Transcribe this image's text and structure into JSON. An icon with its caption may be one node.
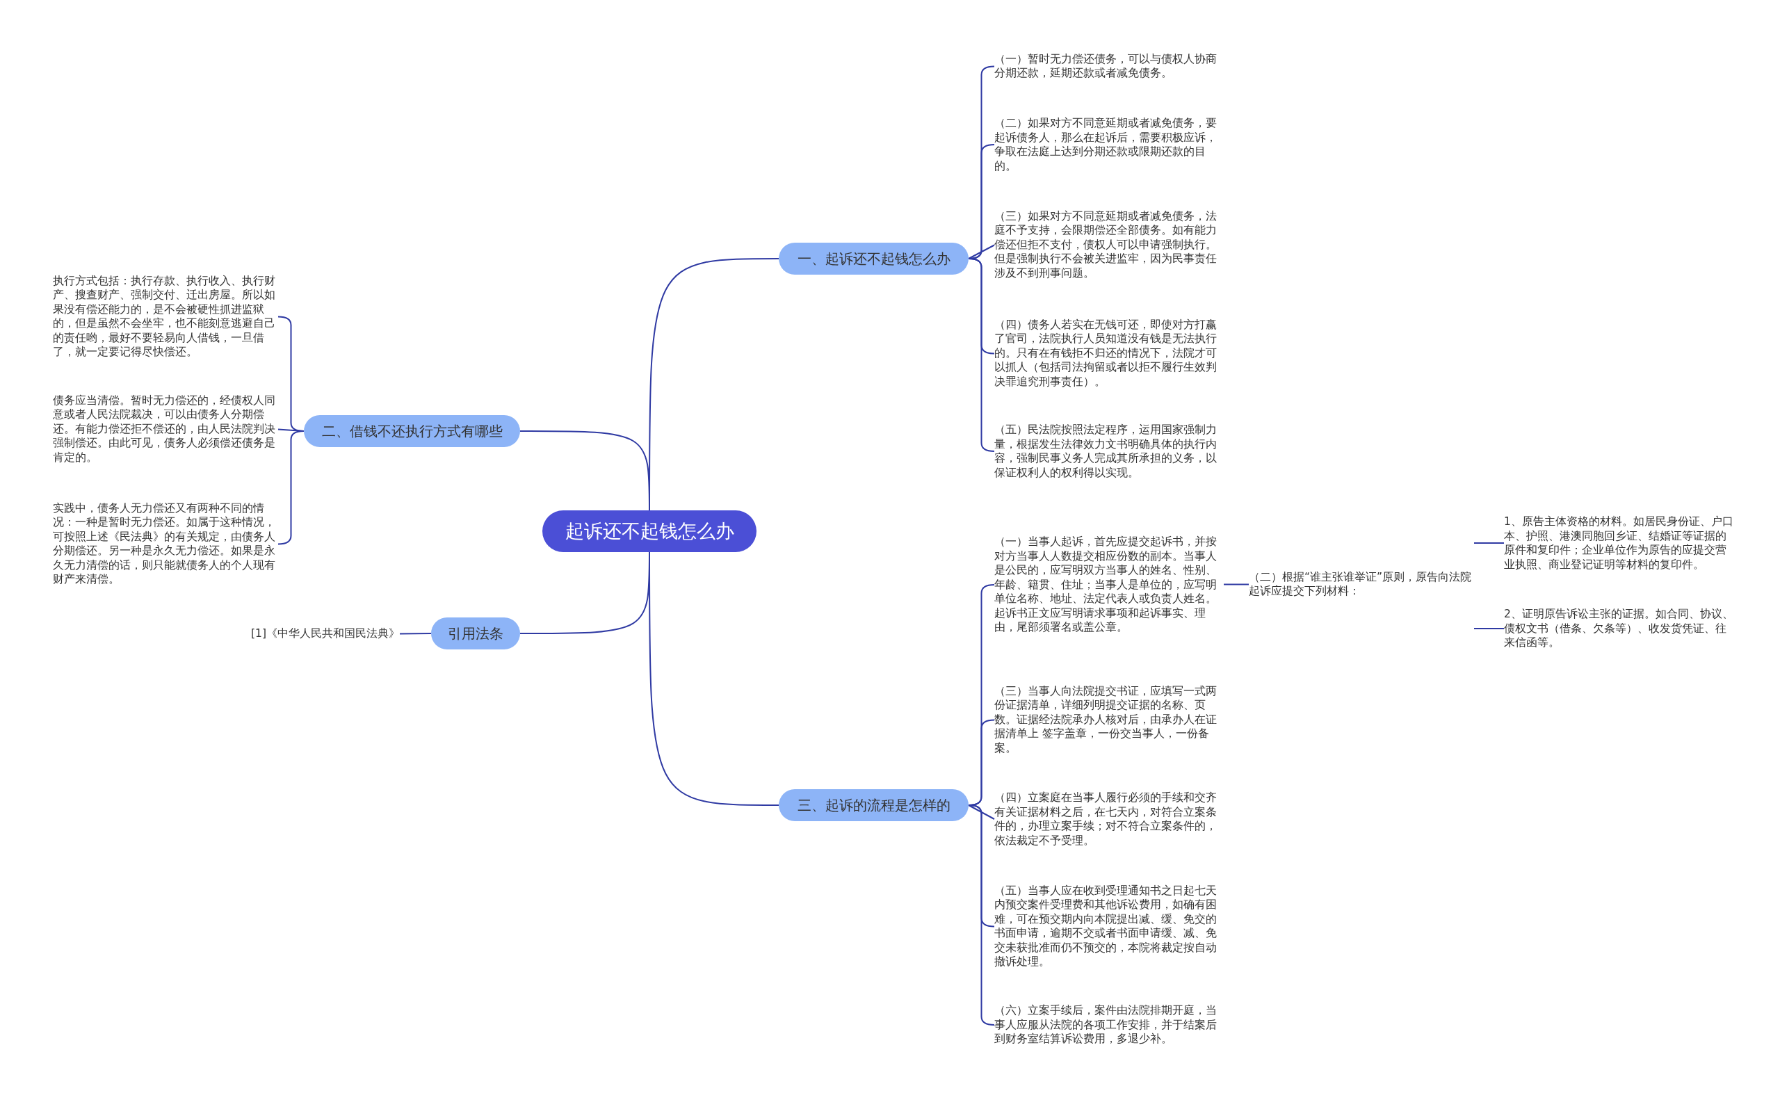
{
  "diagram": {
    "nodes": [
      {
        "text": [
          "起诉还不起钱怎么办"
        ]
      },
      {
        "text": [
          "一、起诉还不起钱怎么办"
        ]
      },
      {
        "text": [
          "（一）暂时无力偿还债务，可以与债权人协商分期还款，延期还款或者减免债务。"
        ]
      },
      {
        "text": [
          "（二）如果对方不同意延期或者减免债务，要起诉债务人，那么在起诉后，需要积极应诉，争取在法庭上达到分期还款或限期还款的目的。"
        ]
      },
      {
        "text": [
          "（三）如果对方不同意延期或者减免债务，法庭不予支持，会限期偿还全部债务。如有能力偿还但拒不支付，债权人可以申请强制执行。但是强制执行不会被关进监牢，因为民事责任涉及不到刑事问题。"
        ]
      },
      {
        "text": [
          "（四）债务人若实在无钱可还，即使对方打赢了官司，法院执行人员知道没有钱是无法执行的。只有在有钱拒不归还的情况下，法院才可以抓人（包括司法拘留或者以拒不履行生效判决罪追究刑事责任）。"
        ]
      },
      {
        "text": [
          "（五）民法院按照法定程序，运用国家强制力量，根据发生法律效力文书明确具体的执行内容，强制民事义务人完成其所承担的义务，以保证权利人的权利得以实现。"
        ]
      },
      {
        "text": [
          "二、借钱不还执行方式有哪些"
        ]
      },
      {
        "text": [
          "执行方式包括：执行存款、执行收入、执行财产、搜查财产、强制交付、迁出房屋。所以如果没有偿还能力的，是不会被硬性抓进监狱的，但是虽然不会坐牢，也不能刻意逃避自己的责任哟，最好不要轻易向人借钱，一旦借了，就一定要记得尽快偿还。"
        ]
      },
      {
        "text": [
          "债务应当清偿。暂时无力偿还的，经债权人同意或者人民法院裁决，可以由债务人分期偿还。有能力偿还拒不偿还的，由人民法院判决强制偿还。由此可见，债务人必须偿还债务是肯定的。"
        ]
      },
      {
        "text": [
          "实践中，债务人无力偿还又有两种不同的情况：一种是暂时无力偿还。如属于这种情况，可按照上述《民法典》的有关规定，由债务人分期偿还。另一种是永久无力偿还。如果是永久无力清偿的话，则只能就债务人的个人现有财产来清偿。"
        ]
      },
      {
        "text": [
          "引用法条"
        ]
      },
      {
        "text": [
          "[1]《中华人民共和国民法典》"
        ]
      },
      {
        "text": [
          "三、起诉的流程是怎样的"
        ]
      },
      {
        "text": [
          "（一）当事人起诉，首先应提交起诉书，并按对方当事人人数提交相应份数的副本。当事人是公民的，应写明双方当事人的姓名、性别、年龄、籍贯、住址；当事人是单位的，应写明单位名称、地址、法定代表人或负责人姓名。起诉书正文应写明请求事项和起诉事实、理由，尾部须署名或盖公章。"
        ]
      },
      {
        "text": [
          "（二）根据“谁主张谁举证”原则，原告向法院起诉应提交下列材料："
        ]
      },
      {
        "text": [
          "1、原告主体资格的材料。如居民身份证、户口本、护照、港澳同胞回乡证、结婚证等证据的原件和复印件；企业单位作为原告的应提交营业执照、商业登记证明等材料的复印件。"
        ]
      },
      {
        "text": [
          "2、证明原告诉讼主张的证据。如合同、协议、债权文书（借条、欠条等）、收发货凭证、往来信函等。"
        ]
      },
      {
        "text": [
          "（三）当事人向法院提交书证，应填写一式两份证据清单，详细列明提交证据的名称、页数。证据经法院承办人核对后，由承办人在证据清单上 签字盖章，一份交当事人，一份备案。"
        ]
      },
      {
        "text": [
          "（四）立案庭在当事人履行必须的手续和交齐有关证据材料之后，在七天内，对符合立案条件的，办理立案手续；对不符合立案条件的，依法裁定不予受理。"
        ]
      },
      {
        "text": [
          "（五）当事人应在收到受理通知书之日起七天内预交案件受理费和其他诉讼费用，如确有困难，可在预交期内向本院提出减、缓、免交的书面申请，逾期不交或者书面申请缓、减、免交未获批准而仍不预交的，本院将裁定按自动撤诉处理。"
        ]
      },
      {
        "text": [
          "（六）立案手续后，案件由法院排期开庭，当事人应服从法院的各项工作安排，并于结案后到财务室结算诉讼费用，多退少补。"
        ]
      }
    ],
    "edges": [
      {
        "from": 0,
        "to": 1,
        "arrow": "none"
      },
      {
        "from": 1,
        "to": 2,
        "arrow": "none"
      },
      {
        "from": 1,
        "to": 3,
        "arrow": "none"
      },
      {
        "from": 1,
        "to": 4,
        "arrow": "none"
      },
      {
        "from": 1,
        "to": 5,
        "arrow": "none"
      },
      {
        "from": 1,
        "to": 6,
        "arrow": "none"
      },
      {
        "from": 0,
        "to": 7,
        "arrow": "none"
      },
      {
        "from": 7,
        "to": 8,
        "arrow": "none"
      },
      {
        "from": 7,
        "to": 9,
        "arrow": "none"
      },
      {
        "from": 7,
        "to": 10,
        "arrow": "none"
      },
      {
        "from": 0,
        "to": 11,
        "arrow": "none"
      },
      {
        "from": 11,
        "to": 12,
        "arrow": "none"
      },
      {
        "from": 0,
        "to": 13,
        "arrow": "none"
      },
      {
        "from": 13,
        "to": 14,
        "arrow": "none"
      },
      {
        "from": 14,
        "to": 15,
        "arrow": "none"
      },
      {
        "from": 15,
        "to": 16,
        "arrow": "none"
      },
      {
        "from": 15,
        "to": 17,
        "arrow": "none"
      },
      {
        "from": 13,
        "to": 18,
        "arrow": "none"
      },
      {
        "from": 13,
        "to": 19,
        "arrow": "none"
      },
      {
        "from": 13,
        "to": 20,
        "arrow": "none"
      },
      {
        "from": 13,
        "to": 21,
        "arrow": "none"
      }
    ]
  }
}
